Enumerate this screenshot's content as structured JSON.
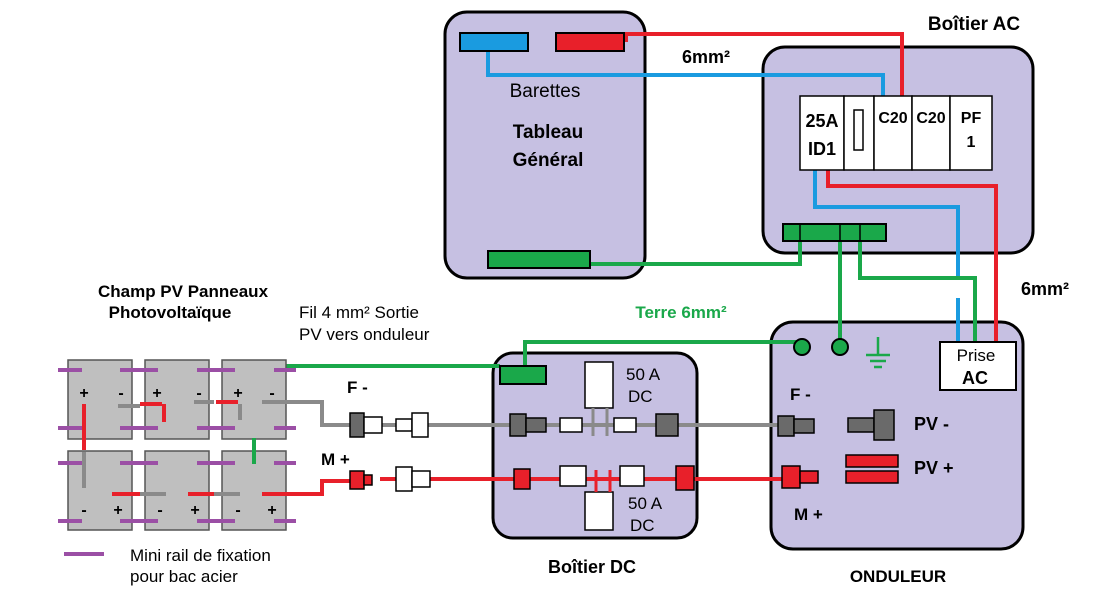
{
  "tableau_general": {
    "barettes_label": "Barettes",
    "title_line1": "Tableau",
    "title_line2": "Général"
  },
  "boitier_ac": {
    "title": "Boîtier AC",
    "breaker_25a_line1": "25A",
    "breaker_25a_line2": "ID1",
    "breaker_c20_a": "C20",
    "breaker_c20_b": "C20",
    "breaker_pf_line1": "PF",
    "breaker_pf_line2": "1"
  },
  "cables": {
    "ac_top_section": "6mm²",
    "ac_right_section": "6mm²",
    "earth_label": "Terre 6mm²",
    "pv_wire_line1": "Fil 4 mm² Sortie",
    "pv_wire_line2": "PV vers onduleur"
  },
  "champ_pv": {
    "title_line1": "Champ PV Panneaux",
    "title_line2": "Photovoltaïque",
    "plus": "+",
    "minus": "-",
    "connector_f_label": "F -",
    "connector_m_label": "M +",
    "legend_line1": "Mini rail de fixation",
    "legend_line2": "pour bac acier"
  },
  "boitier_dc": {
    "title": "Boîtier DC",
    "switch_top_line1": "50 A",
    "switch_top_line2": "DC",
    "switch_bottom_line1": "50 A",
    "switch_bottom_line2": "DC"
  },
  "onduleur": {
    "title": "ONDULEUR",
    "f_label": "F -",
    "m_label": "M +",
    "pv_minus": "PV -",
    "pv_plus": "PV +",
    "prise_line1": "Prise",
    "prise_line2": "AC"
  },
  "colors": {
    "box_fill": "#c6c0e2",
    "phase_red": "#e8202a",
    "neutral_blue": "#1a9be0",
    "earth_green": "#1aa84a",
    "pv_wire_grey": "#8a8a8a",
    "rail_purple": "#9b4fa5"
  }
}
